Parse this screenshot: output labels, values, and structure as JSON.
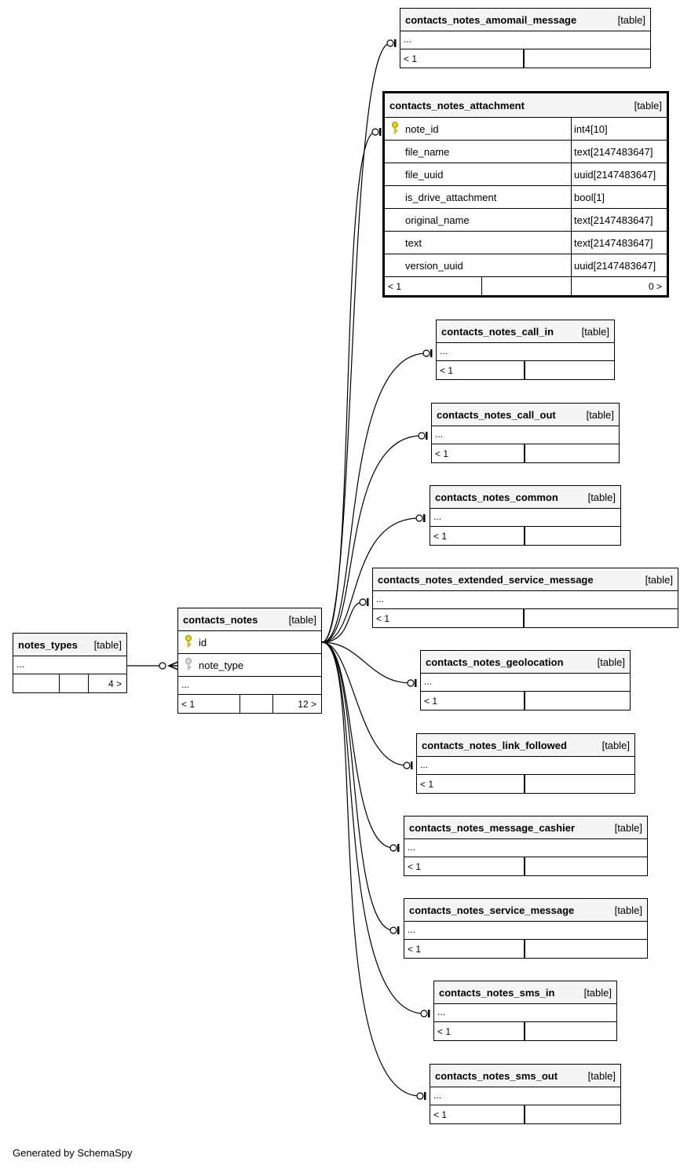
{
  "footer": "Generated by SchemaSpy",
  "tables": {
    "notes_types": {
      "name": "notes_types",
      "kind": "[table]",
      "ellipsis": "...",
      "foot": [
        "",
        "",
        "4 >"
      ]
    },
    "contacts_notes": {
      "name": "contacts_notes",
      "kind": "[table]",
      "columns": [
        {
          "name": "id"
        },
        {
          "name": "note_type"
        }
      ],
      "ellipsis": "...",
      "foot": [
        "< 1",
        "",
        "12 >"
      ]
    },
    "contacts_notes_amomail_message": {
      "name": "contacts_notes_amomail_message",
      "kind": "[table]",
      "ellipsis": "...",
      "foot": [
        "< 1",
        "",
        ""
      ]
    },
    "contacts_notes_attachment": {
      "name": "contacts_notes_attachment",
      "kind": "[table]",
      "columns": [
        {
          "name": "note_id",
          "type": "int4[10]"
        },
        {
          "name": "file_name",
          "type": "text[2147483647]"
        },
        {
          "name": "file_uuid",
          "type": "uuid[2147483647]"
        },
        {
          "name": "is_drive_attachment",
          "type": "bool[1]"
        },
        {
          "name": "original_name",
          "type": "text[2147483647]"
        },
        {
          "name": "text",
          "type": "text[2147483647]"
        },
        {
          "name": "version_uuid",
          "type": "uuid[2147483647]"
        }
      ],
      "foot": [
        "< 1",
        "",
        "0 >"
      ]
    },
    "contacts_notes_call_in": {
      "name": "contacts_notes_call_in",
      "kind": "[table]",
      "ellipsis": "...",
      "foot": [
        "< 1",
        "",
        ""
      ]
    },
    "contacts_notes_call_out": {
      "name": "contacts_notes_call_out",
      "kind": "[table]",
      "ellipsis": "...",
      "foot": [
        "< 1",
        "",
        ""
      ]
    },
    "contacts_notes_common": {
      "name": "contacts_notes_common",
      "kind": "[table]",
      "ellipsis": "...",
      "foot": [
        "< 1",
        "",
        ""
      ]
    },
    "contacts_notes_extended_service_message": {
      "name": "contacts_notes_extended_service_message",
      "kind": "[table]",
      "ellipsis": "...",
      "foot": [
        "< 1",
        "",
        ""
      ]
    },
    "contacts_notes_geolocation": {
      "name": "contacts_notes_geolocation",
      "kind": "[table]",
      "ellipsis": "...",
      "foot": [
        "< 1",
        "",
        ""
      ]
    },
    "contacts_notes_link_followed": {
      "name": "contacts_notes_link_followed",
      "kind": "[table]",
      "ellipsis": "...",
      "foot": [
        "< 1",
        "",
        ""
      ]
    },
    "contacts_notes_message_cashier": {
      "name": "contacts_notes_message_cashier",
      "kind": "[table]",
      "ellipsis": "...",
      "foot": [
        "< 1",
        "",
        ""
      ]
    },
    "contacts_notes_service_message": {
      "name": "contacts_notes_service_message",
      "kind": "[table]",
      "ellipsis": "...",
      "foot": [
        "< 1",
        "",
        ""
      ]
    },
    "contacts_notes_sms_in": {
      "name": "contacts_notes_sms_in",
      "kind": "[table]",
      "ellipsis": "...",
      "foot": [
        "< 1",
        "",
        ""
      ]
    },
    "contacts_notes_sms_out": {
      "name": "contacts_notes_sms_out",
      "kind": "[table]",
      "ellipsis": "...",
      "foot": [
        "< 1",
        "",
        ""
      ]
    }
  }
}
